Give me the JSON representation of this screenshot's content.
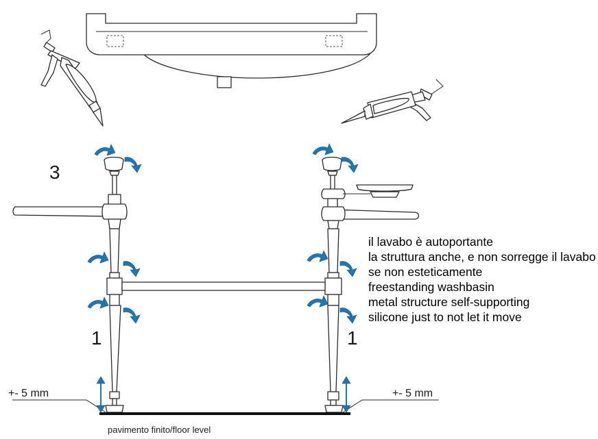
{
  "labels": {
    "step_number": "3",
    "leg_left": "1",
    "leg_right": "1",
    "tolerance_left": "+- 5 mm",
    "tolerance_right": "+- 5 mm",
    "floor_level": "pavimento finito/floor level"
  },
  "notes": [
    "il lavabo è autoportante",
    "la struttura anche, e non sorregge il lavabo",
    "se non esteticamente",
    "freestanding washbasin",
    "metal structure self-supporting",
    "silicone just to not let it move"
  ],
  "colors": {
    "arrow_blue": "#1c77b8",
    "line": "#2a2a2a",
    "floor": "#111111"
  }
}
